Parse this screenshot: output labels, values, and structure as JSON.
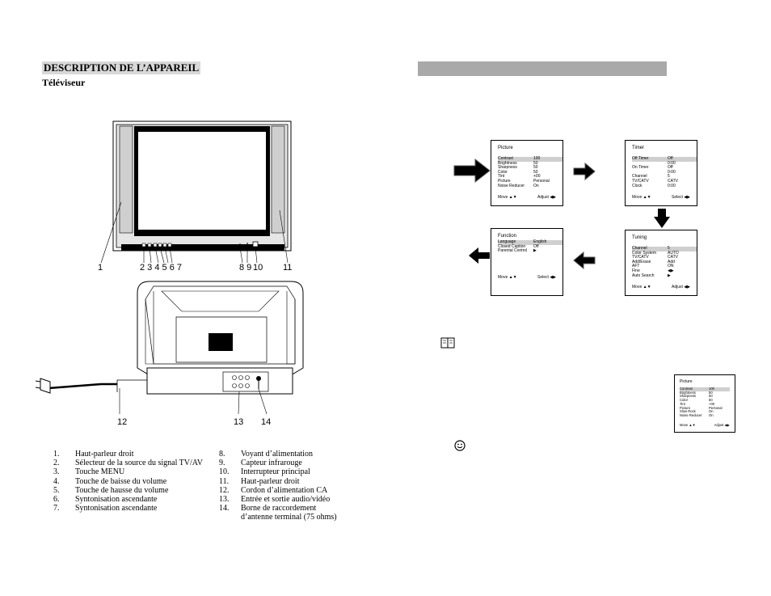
{
  "header": {
    "title": "DESCRIPTION DE L’APPAREIL",
    "subtitle": "Téléviseur"
  },
  "callouts": {
    "c1": "1",
    "c2_7": "2 3 4 5 6 7",
    "c8_9": "8 9",
    "c10": "10",
    "c11": "11",
    "c12": "12",
    "c13": "13",
    "c14": "14"
  },
  "legend_left": [
    {
      "n": "1.",
      "t": "Haut-parleur droit"
    },
    {
      "n": "2.",
      "t": "Sélecteur de la source du signal TV/AV"
    },
    {
      "n": "3.",
      "t": "Touche MENU"
    },
    {
      "n": "4.",
      "t": "Touche de baisse du volume"
    },
    {
      "n": "5.",
      "t": "Touche de hausse du volume"
    },
    {
      "n": "6.",
      "t": "Syntonisation ascendante"
    },
    {
      "n": "7.",
      "t": "Syntonisation ascendante"
    }
  ],
  "legend_right": [
    {
      "n": "8.",
      "t": "Voyant d’alimentation"
    },
    {
      "n": "9.",
      "t": "Capteur infrarouge"
    },
    {
      "n": "10.",
      "t": "Interrupteur principal"
    },
    {
      "n": "11.",
      "t": "Haut-parleur droit"
    },
    {
      "n": "12.",
      "t": "Cordon d’alimentation CA"
    },
    {
      "n": "13.",
      "t": "Entrée et sortie audio/vidéo"
    },
    {
      "n": "14.",
      "t": "Borne de raccordement"
    },
    {
      "n": "",
      "t": "d’antenne terminal (75 ohms)"
    }
  ],
  "menus": {
    "picture": {
      "title": "Picture",
      "items": [
        [
          "Contrast",
          "100"
        ],
        [
          "Brightness",
          "50"
        ],
        [
          "Sharpness",
          "50"
        ],
        [
          "Color",
          "50"
        ],
        [
          "Tint",
          "+00"
        ],
        [
          "Picture",
          "Personal"
        ],
        [
          "Noise Reducer",
          "On"
        ]
      ],
      "foot_left": "Move ▲▼",
      "foot_right": "Adjust ◀▶"
    },
    "timer": {
      "title": "Timer",
      "items": [
        [
          "Off Timer",
          "Off"
        ],
        [
          "",
          "0:00"
        ],
        [
          "On Timer",
          "Off"
        ],
        [
          "",
          "0:00"
        ],
        [
          "Channel",
          "5"
        ],
        [
          "TV/CATV",
          "CATV"
        ],
        [
          "Clock",
          "0:00"
        ]
      ],
      "foot_left": "Move ▲▼",
      "foot_right": "Select ◀▶"
    },
    "tuning": {
      "title": "Tuning",
      "items": [
        [
          "Channel",
          "5"
        ],
        [
          "Color System",
          "AUTO"
        ],
        [
          "TV/CATV",
          "CATV"
        ],
        [
          "Add/Erase",
          "Add"
        ],
        [
          "AFT",
          "ON"
        ],
        [
          "Fine",
          "◀▶"
        ],
        [
          "Auto Search",
          "▶"
        ]
      ],
      "foot_left": "Move ▲▼",
      "foot_right": "Adjust ◀▶"
    },
    "function": {
      "title": "Function",
      "items": [
        [
          "Language",
          "English"
        ],
        [
          "Closed Caption",
          "Off"
        ],
        [
          "Parental Control",
          "▶"
        ]
      ],
      "foot_left": "Move ▲▼",
      "foot_right": "Select ◀▶"
    },
    "picture_small": {
      "title": "Picture",
      "items": [
        [
          "Contrast",
          "100"
        ],
        [
          "Brightness",
          "50"
        ],
        [
          "Sharpness",
          "50"
        ],
        [
          "Color",
          "50"
        ],
        [
          "Tint",
          "+00"
        ],
        [
          "Picture",
          "Personal"
        ],
        [
          "Slow Rock",
          "On"
        ],
        [
          "Noise Reducer",
          "On"
        ]
      ],
      "foot_left": "Move ▲▼",
      "foot_right": "Adjust ◀▶"
    }
  },
  "icons": {
    "book": "book-icon",
    "smiley": "smiley-icon"
  }
}
